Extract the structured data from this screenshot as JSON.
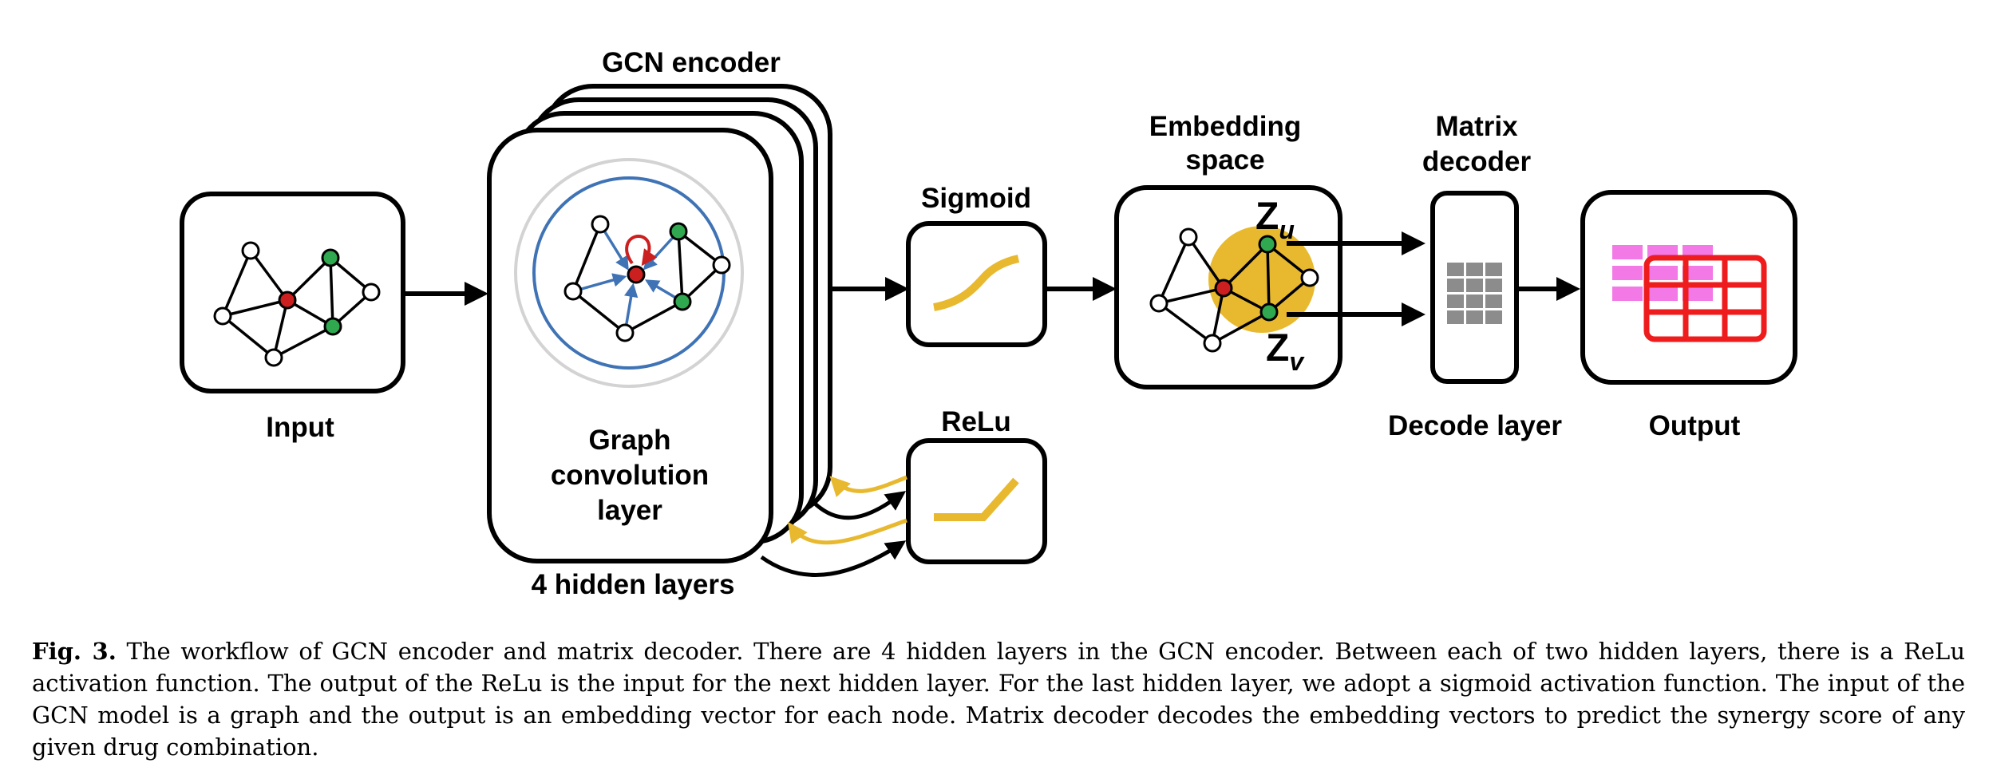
{
  "labels": {
    "input": "Input",
    "gcn_encoder": "GCN encoder",
    "gcl_line1": "Graph",
    "gcl_line2": "convolution",
    "gcl_line3": "layer",
    "hidden_layers": "4 hidden layers",
    "sigmoid": "Sigmoid",
    "relu": "ReLu",
    "embedding_line1": "Embedding",
    "embedding_line2": "space",
    "zu": "Z",
    "zu_sub": "u",
    "zv": "Z",
    "zv_sub": "v",
    "matrix_line1": "Matrix",
    "matrix_line2": "decoder",
    "decode_layer": "Decode layer",
    "output": "Output"
  },
  "caption": {
    "fig_label": "Fig. 3.",
    "text": "The workflow of GCN encoder and matrix decoder. There are 4 hidden layers in the GCN encoder. Between each of two hidden layers, there is a ReLu activation function. The output of the ReLu is the input for the next hidden layer. For the last hidden layer, we adopt a sigmoid activation function. The input of the GCN model is a graph and the output is an embedding vector for each node. Matrix decoder decodes the embedding vectors to predict the synergy score of any given drug combination."
  },
  "colors": {
    "accent_yellow": "#e8b92e",
    "node_green": "#2fa84f",
    "node_red": "#cc1f1f",
    "circle_blue": "#3f73b5",
    "halo_gray": "#d3d3d3",
    "output_magenta": "#f279e6",
    "output_red": "#ee1c1c",
    "decoder_gray": "#8c8c8c"
  }
}
